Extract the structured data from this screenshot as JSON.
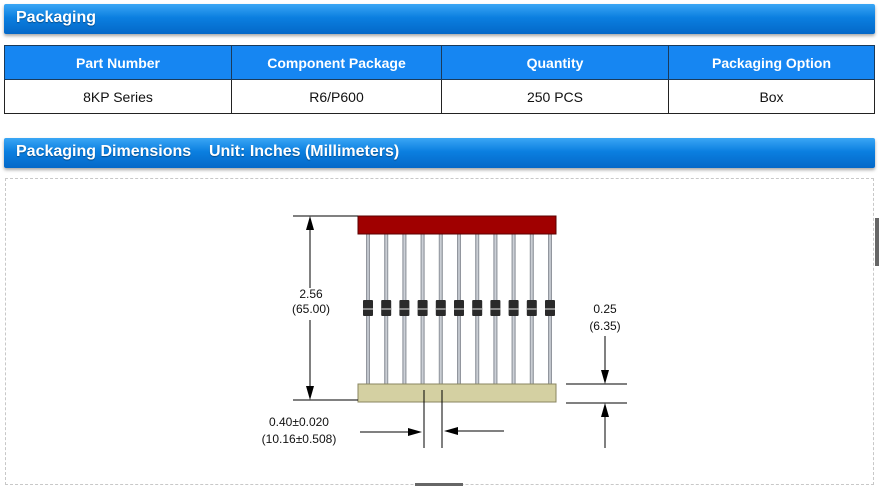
{
  "packaging": {
    "title": "Packaging",
    "table": {
      "headers": [
        "Part Number",
        "Component Package",
        "Quantity",
        "Packaging Option"
      ],
      "rows": [
        [
          "8KP Series",
          "R6/P600",
          "250 PCS",
          "Box"
        ]
      ]
    }
  },
  "dimensions": {
    "title": "Packaging Dimensions    Unit: Inches (Millimeters)",
    "height_in": "2.56",
    "height_mm": "(65.00)",
    "gap_in": "0.25",
    "gap_mm": "(6.35)",
    "pitch_in": "0.40±0.020",
    "pitch_mm": "(10.16±0.508)"
  },
  "colors": {
    "header_blue": "#1686f2",
    "top_strip": "#a00000",
    "bottom_strip": "#d4d0a2",
    "diode_body": "#2a2a2a"
  }
}
